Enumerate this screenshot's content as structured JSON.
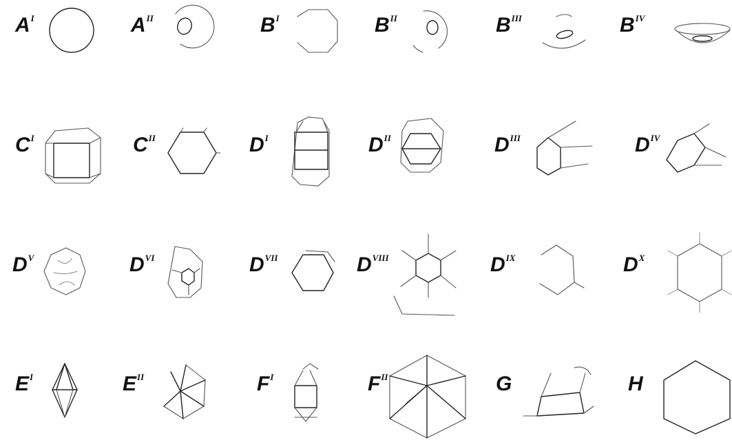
{
  "figures": [
    {
      "letter": "A",
      "sup": "I"
    },
    {
      "letter": "A",
      "sup": "II"
    },
    {
      "letter": "B",
      "sup": "I"
    },
    {
      "letter": "B",
      "sup": "II"
    },
    {
      "letter": "B",
      "sup": "III"
    },
    {
      "letter": "B",
      "sup": "IV"
    },
    {
      "letter": "C",
      "sup": "I"
    },
    {
      "letter": "C",
      "sup": "II"
    },
    {
      "letter": "D",
      "sup": "I"
    },
    {
      "letter": "D",
      "sup": "II"
    },
    {
      "letter": "D",
      "sup": "III"
    },
    {
      "letter": "D",
      "sup": "IV"
    },
    {
      "letter": "D",
      "sup": "V"
    },
    {
      "letter": "D",
      "sup": "VI"
    },
    {
      "letter": "D",
      "sup": "VII"
    },
    {
      "letter": "D",
      "sup": "VIII"
    },
    {
      "letter": "D",
      "sup": "IX"
    },
    {
      "letter": "D",
      "sup": "X"
    },
    {
      "letter": "E",
      "sup": "I"
    },
    {
      "letter": "E",
      "sup": "II"
    },
    {
      "letter": "F",
      "sup": "I"
    },
    {
      "letter": "F",
      "sup": "II"
    },
    {
      "letter": "G",
      "sup": ""
    },
    {
      "letter": "H",
      "sup": ""
    }
  ]
}
